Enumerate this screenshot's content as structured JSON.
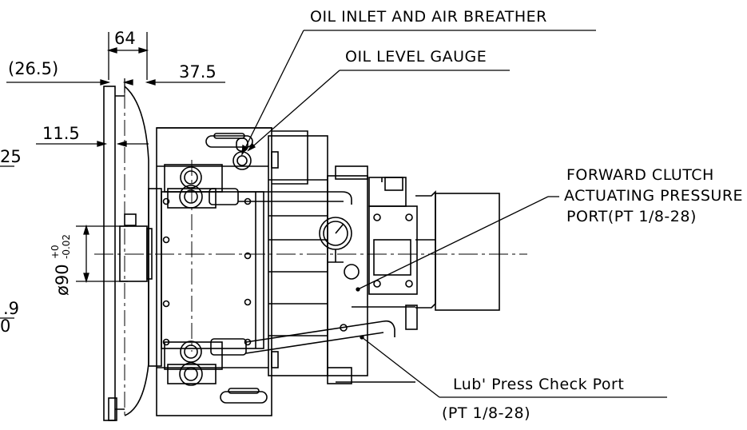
{
  "dimensions": {
    "overall_width": "64",
    "left_offset": "(26.5)",
    "right_offset": "37.5",
    "flange_offset": "11.5",
    "shaft_diameter_main": "ø90",
    "shaft_tol_upper": "+0",
    "shaft_tol_lower": "-0.02"
  },
  "callouts": {
    "oil_inlet": "OIL INLET AND AIR BREATHER",
    "oil_level": "OIL LEVEL GAUGE",
    "forward_clutch_1": "FORWARD CLUTCH",
    "forward_clutch_2": "ACTUATING PRESSURE",
    "forward_clutch_3": "PORT(PT 1/8-28)",
    "lub_port_1": "Lub' Press Check Port",
    "lub_port_2": "(PT 1/8-28)"
  },
  "cut_off_text": {
    "upper": "25",
    "lower_1": ".9",
    "lower_2": "0"
  },
  "colors": {
    "line": "#000000",
    "background": "#ffffff"
  }
}
